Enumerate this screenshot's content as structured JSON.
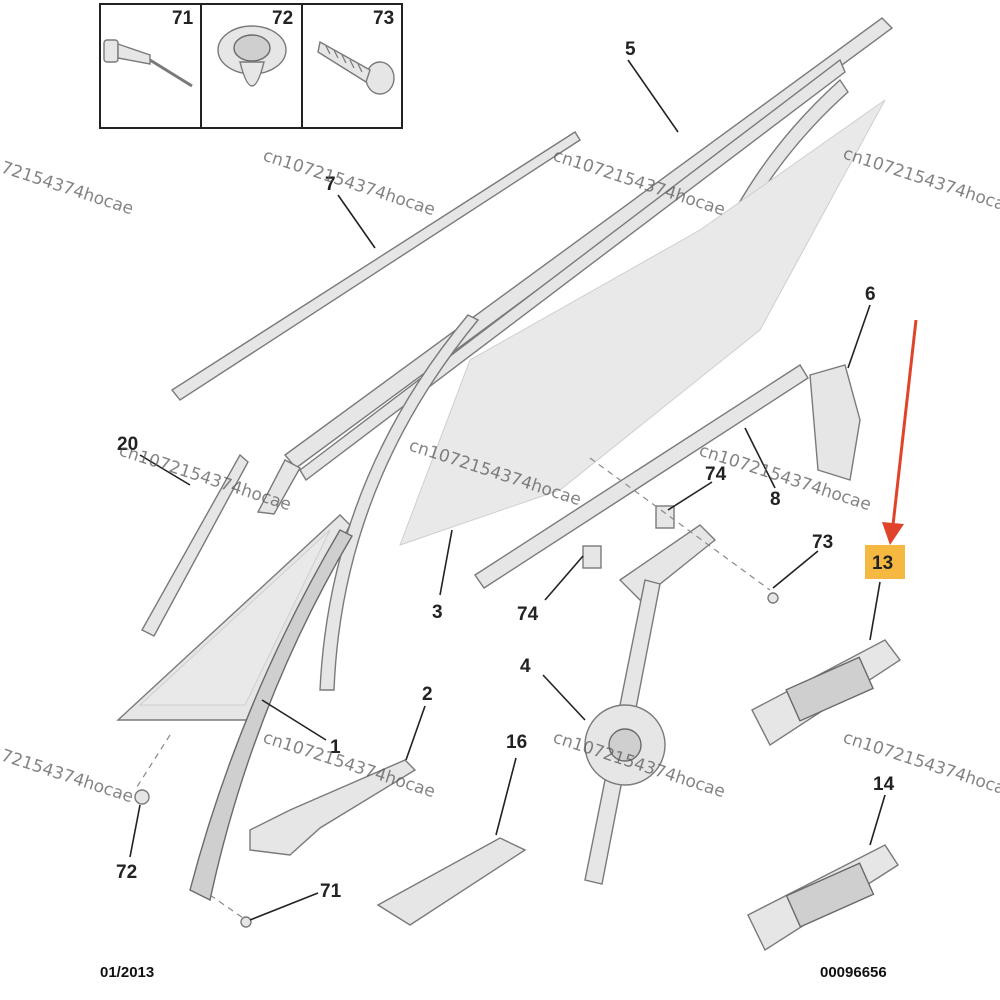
{
  "colors": {
    "accent_arrow": "#e0432a",
    "highlight": "#f5b942",
    "part_fill": "#e6e6e6",
    "outline": "#7a7a7a"
  },
  "inset": {
    "labels": [
      "71",
      "72",
      "73"
    ]
  },
  "callouts": {
    "c1": "1",
    "c2": "2",
    "c3": "3",
    "c4": "4",
    "c5": "5",
    "c6": "6",
    "c7": "7",
    "c8": "8",
    "c13": "13",
    "c14": "14",
    "c16": "16",
    "c20": "20",
    "c71": "71",
    "c72": "72",
    "c73": "73",
    "c74a": "74",
    "c74b": "74"
  },
  "watermark": {
    "full": "cn1072154374hocae",
    "left_cut": "72154374hocae",
    "right_cut": "cn1072154374hoca"
  },
  "footer": {
    "date": "01/2013",
    "code": "00096656"
  },
  "icons": [
    "rivet-icon",
    "clip-icon",
    "screw-icon",
    "arrow-icon"
  ]
}
